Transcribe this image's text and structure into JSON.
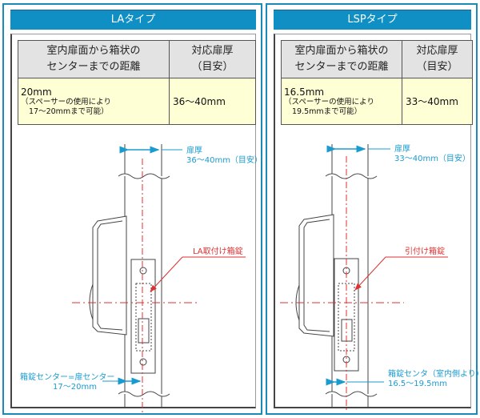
{
  "la": {
    "title": "LAタイプ",
    "col1_header_1": "室内扉面から箱状の",
    "col1_header_2": "センターまでの距離",
    "col2_header_1": "対応扉厚",
    "col2_header_2": "（目安）",
    "distance": "20mm",
    "distance_note_1": "（スペーサーの使用により",
    "distance_note_2": "17〜20mmまで可能）",
    "thickness": "36〜40mm",
    "diagram": {
      "thickness_label": "扉厚",
      "thickness_value": "36〜40mm（目安）",
      "lock_label": "LA取付け箱錠",
      "center_label": "箱錠センター=扉センター",
      "center_value": "17〜20mm"
    }
  },
  "lsp": {
    "title": "LSPタイプ",
    "col1_header_1": "室内扉面から箱状の",
    "col1_header_2": "センターまでの距離",
    "col2_header_1": "対応扉厚",
    "col2_header_2": "（目安）",
    "distance": "16.5mm",
    "distance_note_1": "（スペーサーの使用により",
    "distance_note_2": "19.5mmまで可能）",
    "thickness": "33〜40mm",
    "diagram": {
      "thickness_label": "扉厚",
      "thickness_value": "33〜40mm（目安）",
      "lock_label": "引付け箱錠",
      "center_label": "箱錠センタ（室内側より）",
      "center_value": "16.5〜19.5mm"
    }
  },
  "colors": {
    "header": "#0f8fc4",
    "dimension": "#1a9bd0",
    "centerline": "#e03030",
    "cell": "#ffffd6"
  }
}
